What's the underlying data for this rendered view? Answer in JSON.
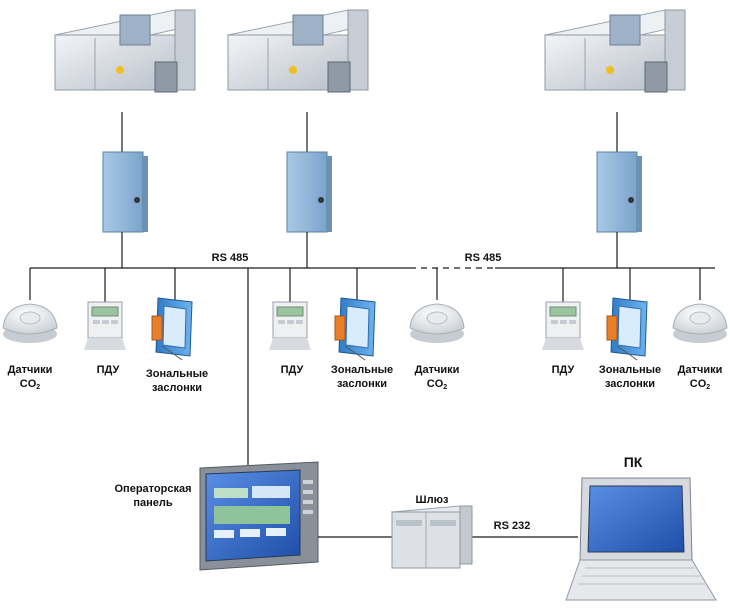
{
  "bus_labels": {
    "rs485_left": "RS 485",
    "rs485_right": "RS 485",
    "rs232": "RS 232"
  },
  "nodes": {
    "co2_sensor_label_line1": "Датчики",
    "co2_sensor_label_line2_main": "CO",
    "co2_sensor_label_line2_sub": "2",
    "remote_control_label": "ПДУ",
    "zone_damper_label_line1": "Зональные",
    "zone_damper_label_line2": "заслонки",
    "operator_panel_label_line1": "Операторская",
    "operator_panel_label_line2": "панель",
    "gateway_label": "Шлюз",
    "pc_label": "ПК"
  },
  "colors": {
    "ahu_body": "#dfe3e8",
    "controller_cabinet": "#8fb6d9",
    "damper_blue": "#3f8fd6",
    "actuator_orange": "#e8802a",
    "screen_blue": "#2d63c8",
    "wire": "#1a1a1a"
  }
}
